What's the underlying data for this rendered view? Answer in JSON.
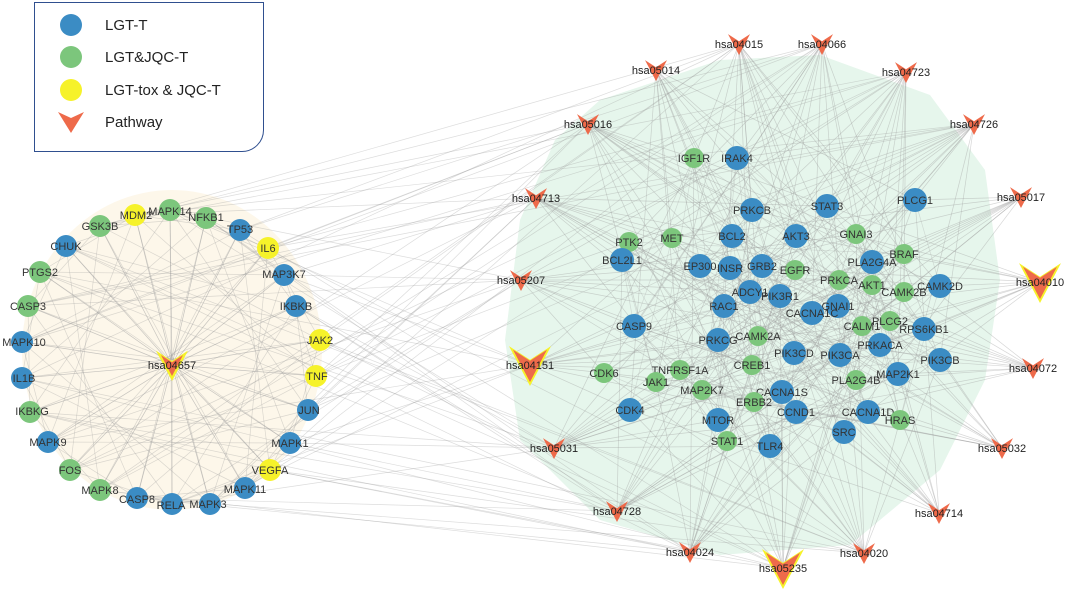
{
  "legend": {
    "items": [
      {
        "label": "LGT-T",
        "color": "#3b8cc4",
        "shape": "circle"
      },
      {
        "label": "LGT&JQC-T",
        "color": "#7cc67c",
        "shape": "circle"
      },
      {
        "label": "LGT-tox & JQC-T",
        "color": "#f6f22a",
        "shape": "circle"
      },
      {
        "label": "Pathway",
        "color": "#ee6a4a",
        "shape": "arrowhead"
      }
    ]
  },
  "colors": {
    "lgt_t": "#3b8cc4",
    "lgt_jqc_t": "#7cc67c",
    "lgt_tox_jqc_t": "#f6f22a",
    "pathway": "#ee6a4a",
    "pathway_highlight": "#f6f22a",
    "edge": "#9a9a9a",
    "left_cluster_bg": "#fdf7ea",
    "right_cluster_bg": "#e6f6ec"
  },
  "left_cluster": {
    "center_pathway": "hsa04657",
    "nodes": [
      {
        "label": "MDM2",
        "group": "lgt_tox_jqc_t"
      },
      {
        "label": "MAPK14",
        "group": "lgt_jqc_t"
      },
      {
        "label": "NFKB1",
        "group": "lgt_jqc_t"
      },
      {
        "label": "TP53",
        "group": "lgt_t"
      },
      {
        "label": "IL6",
        "group": "lgt_tox_jqc_t"
      },
      {
        "label": "MAP3K7",
        "group": "lgt_t"
      },
      {
        "label": "IKBKB",
        "group": "lgt_t"
      },
      {
        "label": "JAK2",
        "group": "lgt_tox_jqc_t"
      },
      {
        "label": "TNF",
        "group": "lgt_tox_jqc_t"
      },
      {
        "label": "JUN",
        "group": "lgt_t"
      },
      {
        "label": "MAPK1",
        "group": "lgt_t"
      },
      {
        "label": "VEGFA",
        "group": "lgt_tox_jqc_t"
      },
      {
        "label": "MAPK11",
        "group": "lgt_t"
      },
      {
        "label": "MAPK3",
        "group": "lgt_t"
      },
      {
        "label": "RELA",
        "group": "lgt_t"
      },
      {
        "label": "CASP8",
        "group": "lgt_t"
      },
      {
        "label": "MAPK8",
        "group": "lgt_jqc_t"
      },
      {
        "label": "FOS",
        "group": "lgt_jqc_t"
      },
      {
        "label": "MAPK9",
        "group": "lgt_t"
      },
      {
        "label": "IKBKG",
        "group": "lgt_jqc_t"
      },
      {
        "label": "IL1B",
        "group": "lgt_t"
      },
      {
        "label": "MAPK10",
        "group": "lgt_t"
      },
      {
        "label": "CASP3",
        "group": "lgt_jqc_t"
      },
      {
        "label": "PTGS2",
        "group": "lgt_jqc_t"
      },
      {
        "label": "CHUK",
        "group": "lgt_t"
      },
      {
        "label": "GSK3B",
        "group": "lgt_jqc_t"
      }
    ]
  },
  "right_cluster": {
    "nodes": [
      {
        "label": "IGF1R",
        "group": "lgt_jqc_t"
      },
      {
        "label": "IRAK4",
        "group": "lgt_t"
      },
      {
        "label": "PLCG1",
        "group": "lgt_t"
      },
      {
        "label": "STAT3",
        "group": "lgt_t"
      },
      {
        "label": "PRKCB",
        "group": "lgt_t"
      },
      {
        "label": "PTK2",
        "group": "lgt_jqc_t"
      },
      {
        "label": "MET",
        "group": "lgt_jqc_t"
      },
      {
        "label": "BCL2",
        "group": "lgt_t"
      },
      {
        "label": "AKT3",
        "group": "lgt_t"
      },
      {
        "label": "GNAI3",
        "group": "lgt_jqc_t"
      },
      {
        "label": "PLA2G4A",
        "group": "lgt_t"
      },
      {
        "label": "BCL2L1",
        "group": "lgt_t"
      },
      {
        "label": "BRAF",
        "group": "lgt_jqc_t"
      },
      {
        "label": "EP300",
        "group": "lgt_t"
      },
      {
        "label": "INSR",
        "group": "lgt_t"
      },
      {
        "label": "GRB2",
        "group": "lgt_t"
      },
      {
        "label": "EGFR",
        "group": "lgt_jqc_t"
      },
      {
        "label": "PRKCA",
        "group": "lgt_jqc_t"
      },
      {
        "label": "AKT1",
        "group": "lgt_jqc_t"
      },
      {
        "label": "CAMK2B",
        "group": "lgt_jqc_t"
      },
      {
        "label": "CAMK2D",
        "group": "lgt_t"
      },
      {
        "label": "ADCY1",
        "group": "lgt_t"
      },
      {
        "label": "PIK3R1",
        "group": "lgt_t"
      },
      {
        "label": "RAC1",
        "group": "lgt_t"
      },
      {
        "label": "GNAI1",
        "group": "lgt_t"
      },
      {
        "label": "CACNA1C",
        "group": "lgt_t"
      },
      {
        "label": "CALM1",
        "group": "lgt_jqc_t"
      },
      {
        "label": "PLCG2",
        "group": "lgt_jqc_t"
      },
      {
        "label": "RPS6KB1",
        "group": "lgt_t"
      },
      {
        "label": "CASP9",
        "group": "lgt_t"
      },
      {
        "label": "PRKCG",
        "group": "lgt_t"
      },
      {
        "label": "CAMK2A",
        "group": "lgt_jqc_t"
      },
      {
        "label": "PRKACA",
        "group": "lgt_t"
      },
      {
        "label": "PIK3CB",
        "group": "lgt_t"
      },
      {
        "label": "PIK3CD",
        "group": "lgt_t"
      },
      {
        "label": "PIK3CA",
        "group": "lgt_t"
      },
      {
        "label": "CREB1",
        "group": "lgt_jqc_t"
      },
      {
        "label": "CDK6",
        "group": "lgt_jqc_t"
      },
      {
        "label": "TNFRSF1A",
        "group": "lgt_jqc_t"
      },
      {
        "label": "MAP2K1",
        "group": "lgt_t"
      },
      {
        "label": "JAK1",
        "group": "lgt_jqc_t"
      },
      {
        "label": "MAP2K7",
        "group": "lgt_jqc_t"
      },
      {
        "label": "CACNA1S",
        "group": "lgt_t"
      },
      {
        "label": "PLA2G4B",
        "group": "lgt_jqc_t"
      },
      {
        "label": "MTOR",
        "group": "lgt_t"
      },
      {
        "label": "ERBB2",
        "group": "lgt_jqc_t"
      },
      {
        "label": "CDK4",
        "group": "lgt_t"
      },
      {
        "label": "CCND1",
        "group": "lgt_t"
      },
      {
        "label": "CACNA1D",
        "group": "lgt_t"
      },
      {
        "label": "HRAS",
        "group": "lgt_jqc_t"
      },
      {
        "label": "SRC",
        "group": "lgt_t"
      },
      {
        "label": "STAT1",
        "group": "lgt_jqc_t"
      },
      {
        "label": "TLR4",
        "group": "lgt_t"
      }
    ]
  },
  "pathways": [
    {
      "label": "hsa04015",
      "highlight": false
    },
    {
      "label": "hsa04066",
      "highlight": false
    },
    {
      "label": "hsa05014",
      "highlight": false
    },
    {
      "label": "hsa04723",
      "highlight": false
    },
    {
      "label": "hsa05016",
      "highlight": false
    },
    {
      "label": "hsa04726",
      "highlight": false
    },
    {
      "label": "hsa05017",
      "highlight": false
    },
    {
      "label": "hsa04713",
      "highlight": false
    },
    {
      "label": "hsa04010",
      "highlight": true
    },
    {
      "label": "hsa05207",
      "highlight": false
    },
    {
      "label": "hsa04151",
      "highlight": true
    },
    {
      "label": "hsa04072",
      "highlight": false
    },
    {
      "label": "hsa05031",
      "highlight": false
    },
    {
      "label": "hsa05032",
      "highlight": false
    },
    {
      "label": "hsa04714",
      "highlight": false
    },
    {
      "label": "hsa04728",
      "highlight": false
    },
    {
      "label": "hsa04024",
      "highlight": false
    },
    {
      "label": "hsa04020",
      "highlight": false
    },
    {
      "label": "hsa05235",
      "highlight": true
    }
  ]
}
